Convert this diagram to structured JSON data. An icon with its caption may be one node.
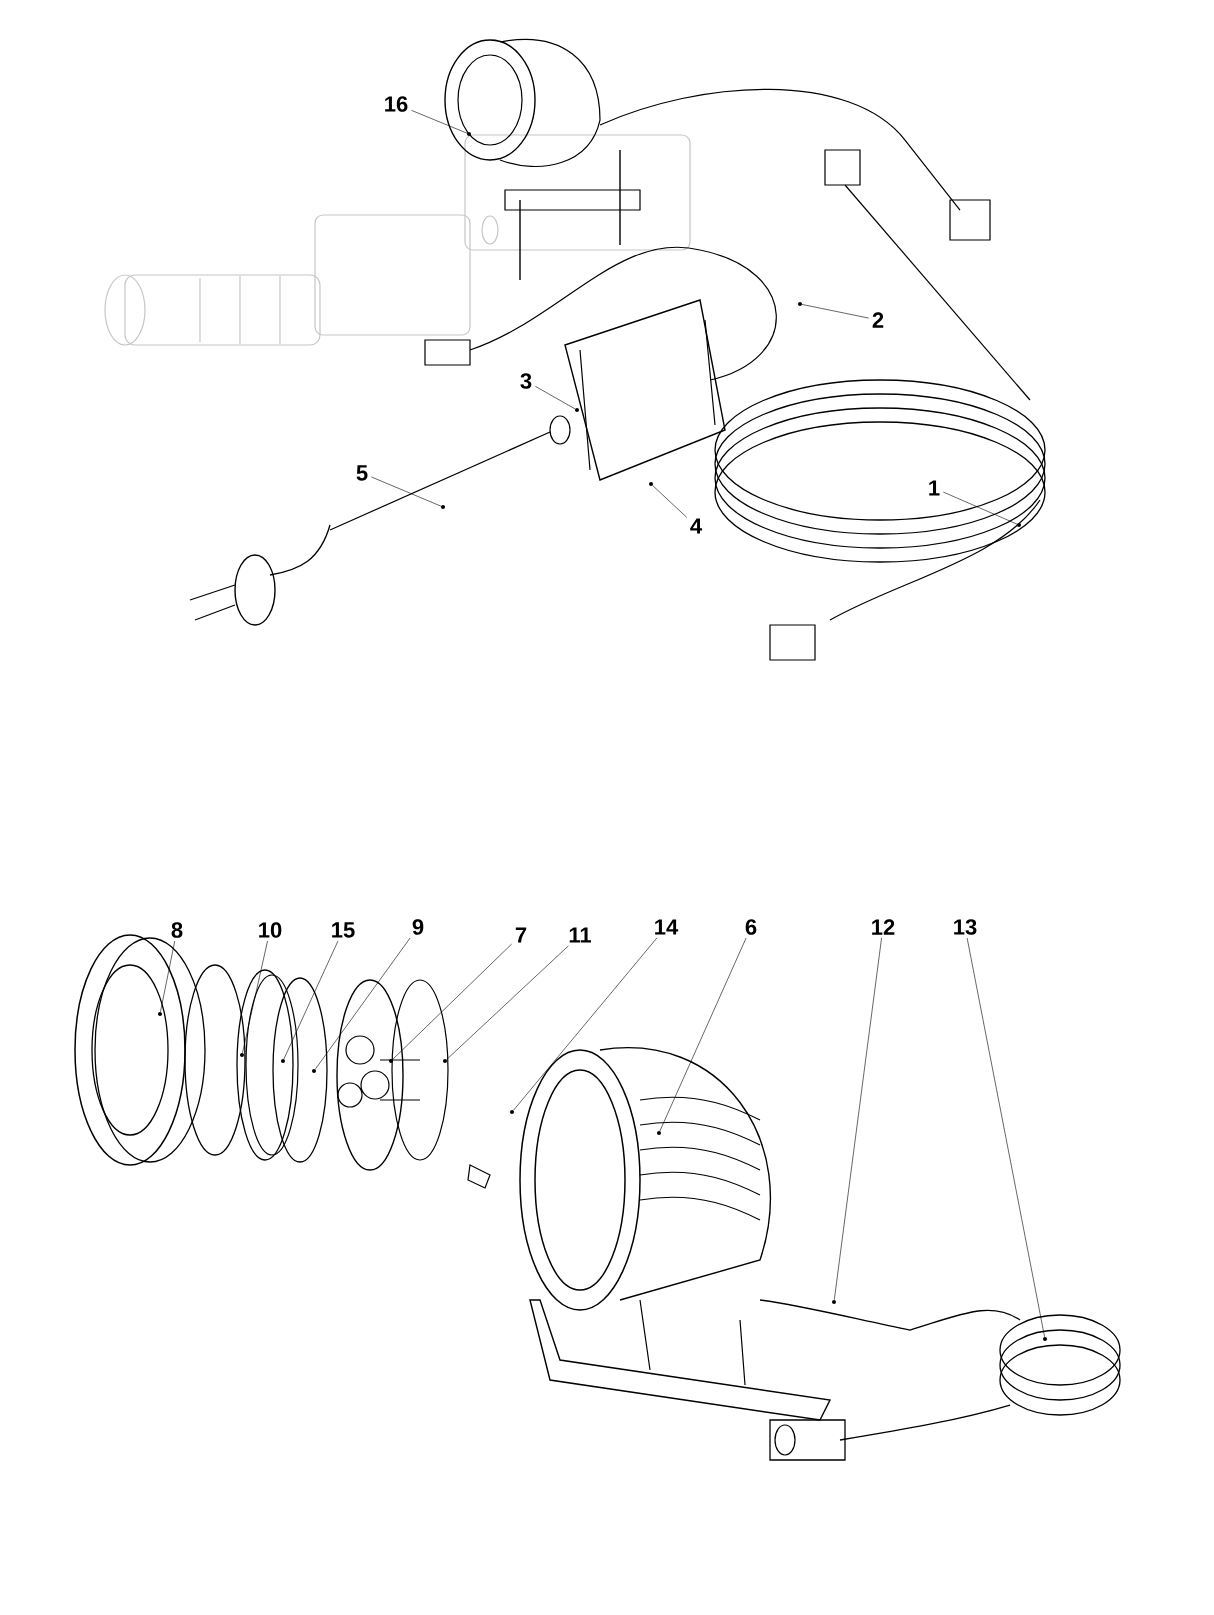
{
  "diagram": {
    "nodes": [
      {
        "text": [
          "16"
        ]
      },
      {
        "text": [],
        "shape": "picture"
      },
      {
        "text": [
          "2"
        ]
      },
      {
        "text": [],
        "shape": "picture"
      },
      {
        "text": [
          "3"
        ]
      },
      {
        "text": [],
        "shape": "picture"
      },
      {
        "text": [
          "5"
        ]
      },
      {
        "text": [],
        "shape": "picture"
      },
      {
        "text": [
          "1"
        ]
      },
      {
        "text": [],
        "shape": "picture"
      },
      {
        "text": [
          "4"
        ]
      },
      {
        "text": [],
        "shape": "picture"
      },
      {
        "text": [
          "8"
        ]
      },
      {
        "text": [],
        "shape": "picture"
      },
      {
        "text": [
          "10"
        ]
      },
      {
        "text": [],
        "shape": "picture"
      },
      {
        "text": [
          "15"
        ]
      },
      {
        "text": [],
        "shape": "picture"
      },
      {
        "text": [
          "9"
        ]
      },
      {
        "text": [],
        "shape": "picture"
      },
      {
        "text": [
          "7"
        ]
      },
      {
        "text": [],
        "shape": "picture"
      },
      {
        "text": [
          "11"
        ]
      },
      {
        "text": [],
        "shape": "picture"
      },
      {
        "text": [
          "14"
        ]
      },
      {
        "text": [],
        "shape": "picture"
      },
      {
        "text": [
          "6"
        ]
      },
      {
        "text": [],
        "shape": "picture"
      },
      {
        "text": [
          "12"
        ]
      },
      {
        "text": [],
        "shape": "picture"
      },
      {
        "text": [
          "13"
        ]
      },
      {
        "text": [],
        "shape": "picture"
      }
    ],
    "edges": [
      {
        "from": 0,
        "to": 1,
        "arrow": "none"
      },
      {
        "from": 2,
        "to": 3,
        "arrow": "none"
      },
      {
        "from": 4,
        "to": 5,
        "arrow": "none"
      },
      {
        "from": 6,
        "to": 7,
        "arrow": "none"
      },
      {
        "from": 8,
        "to": 9,
        "arrow": "none"
      },
      {
        "from": 10,
        "to": 11,
        "arrow": "none"
      },
      {
        "from": 12,
        "to": 13,
        "arrow": "none"
      },
      {
        "from": 14,
        "to": 15,
        "arrow": "none"
      },
      {
        "from": 16,
        "to": 17,
        "arrow": "none"
      },
      {
        "from": 18,
        "to": 19,
        "arrow": "none"
      },
      {
        "from": 20,
        "to": 21,
        "arrow": "none"
      },
      {
        "from": 22,
        "to": 23,
        "arrow": "none"
      },
      {
        "from": 24,
        "to": 25,
        "arrow": "none"
      },
      {
        "from": 26,
        "to": 27,
        "arrow": "none"
      },
      {
        "from": 28,
        "to": 29,
        "arrow": "none"
      },
      {
        "from": 30,
        "to": 31,
        "arrow": "none"
      }
    ]
  }
}
